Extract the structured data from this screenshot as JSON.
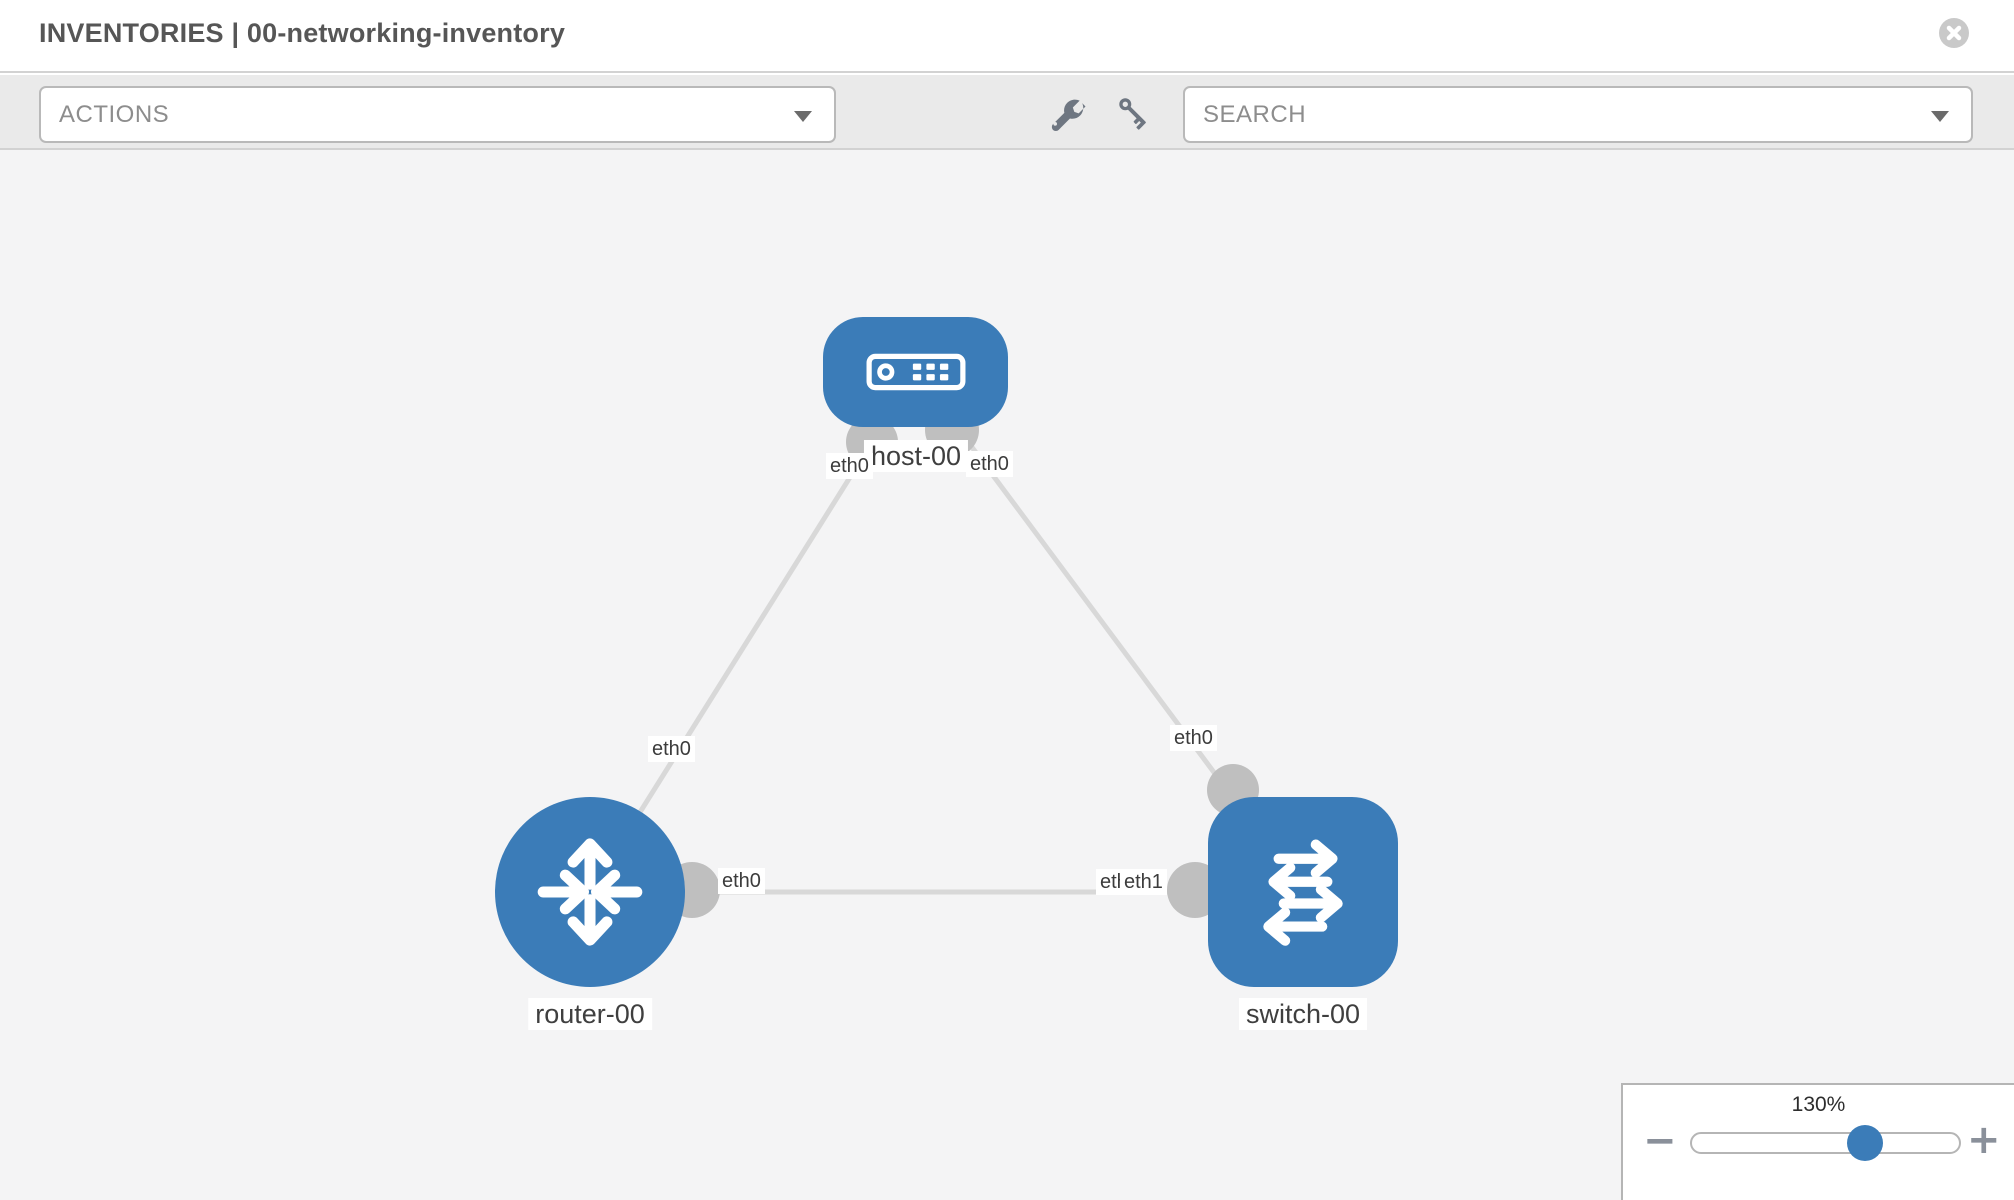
{
  "header": {
    "title": "INVENTORIES | 00-networking-inventory"
  },
  "toolbar": {
    "actions_dropdown": {
      "label": "ACTIONS"
    },
    "search_dropdown": {
      "label": "SEARCH"
    },
    "icons": {
      "wrench": "wrench-icon",
      "key": "key-icon"
    }
  },
  "topology": {
    "nodes": [
      {
        "id": "host-00",
        "type": "host",
        "label": "host-00"
      },
      {
        "id": "router-00",
        "type": "router",
        "label": "router-00"
      },
      {
        "id": "switch-00",
        "type": "switch",
        "label": "switch-00"
      }
    ],
    "links": [
      {
        "from": "router-00",
        "to": "host-00",
        "from_interface": "eth0",
        "to_interface": "eth0"
      },
      {
        "from": "host-00",
        "to": "switch-00",
        "from_interface": "eth0",
        "to_interface": "eth0"
      },
      {
        "from": "router-00",
        "to": "switch-00",
        "from_interface": "eth0",
        "to_interface": "eth1"
      }
    ],
    "interface_labels": [
      {
        "label": "eth0"
      },
      {
        "label": "eth0"
      },
      {
        "label": "eth0"
      },
      {
        "label": "eth0"
      },
      {
        "label": "eth0"
      },
      {
        "label": "eth0"
      },
      {
        "label": "eth1"
      }
    ]
  },
  "zoom_control": {
    "level": "130%",
    "zoom_out_glyph": "−",
    "zoom_in_glyph": "+"
  },
  "colors": {
    "node_blue": "#3b7cb8",
    "link_gray": "#d8d8d8",
    "dot_gray": "#bfbfbf",
    "toolbar_gray": "#eaeaea"
  }
}
